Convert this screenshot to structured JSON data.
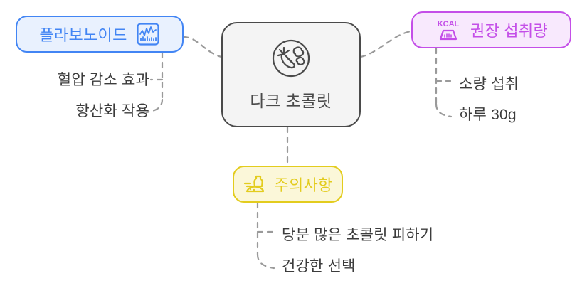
{
  "diagram": {
    "type": "mindmap",
    "title": "다크 초콜릿",
    "center": {
      "label": "다크 초콜릿",
      "icon": "vegetables-circle-icon",
      "border_color": "#4a4a4a",
      "fill_color": "#f4f4f4",
      "text_color": "#4a4a4a"
    },
    "branches": [
      {
        "id": "flavonoid",
        "label": "플라보노이드",
        "icon": "chart-graph-icon",
        "position": "top-left",
        "border_color": "#4285f4",
        "fill_color": "#e9f1fe",
        "text_color": "#4285f4",
        "leaves": [
          {
            "label": "혈압 감소 효과"
          },
          {
            "label": "항산화 작용"
          }
        ]
      },
      {
        "id": "intake",
        "label": "권장 섭취량",
        "icon": "kcal-scale-icon",
        "icon_text": "KCAL",
        "position": "top-right",
        "border_color": "#c44fe8",
        "fill_color": "#f8e9fd",
        "text_color": "#c44fe8",
        "leaves": [
          {
            "label": "소량 섭취"
          },
          {
            "label": "하루 30g"
          }
        ]
      },
      {
        "id": "caution",
        "label": "주의사항",
        "icon": "spilling-jar-icon",
        "position": "bottom",
        "border_color": "#e3cc1e",
        "fill_color": "#fbf7d9",
        "text_color": "#e3cc1e",
        "leaves": [
          {
            "label": "당분 많은 초콜릿 피하기"
          },
          {
            "label": "건강한 선택"
          }
        ]
      }
    ],
    "connector_style": {
      "stroke": "#9a9a9a",
      "dash": "7 7",
      "width": 2.2
    },
    "leaf_text_color": "#3c3c3c",
    "background": "#ffffff"
  }
}
